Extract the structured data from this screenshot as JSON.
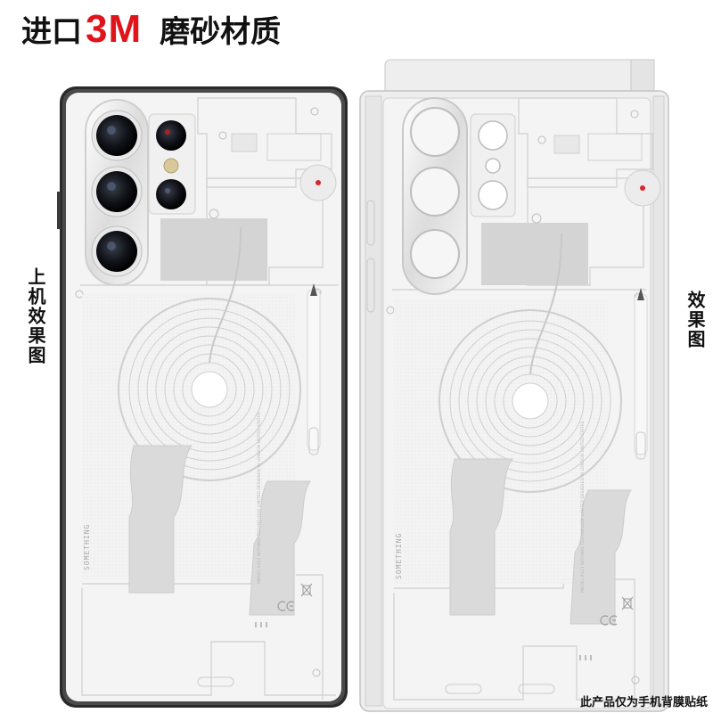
{
  "title": {
    "prefix": "进口",
    "brand": "3M",
    "suffix": "磨砂材质"
  },
  "labels": {
    "left_side": "上机效果图",
    "right_side": "效果图",
    "caption": "此产品仅为手机背膜贴纸"
  },
  "panel_print": {
    "brand_text": "SOMETHING",
    "small_text": "MODEL A123 NOTHING TECHNOLOGY LIMITED DESIGNED IN LONDON UNITED STATES"
  },
  "colors": {
    "brand_red": "#e0141b",
    "skin_base": "#f4f4f4",
    "skin_shadow": "#d6d6d6",
    "phone_frame": "#2a2a2a",
    "camera_ring": "#e6e6e6",
    "led_red": "#d9262c"
  },
  "icons": [
    "camera-lens-icon",
    "flash-icon",
    "led-dot-icon",
    "stylus-icon",
    "charging-coil-icon",
    "ce-mark-icon",
    "bin-icon"
  ]
}
